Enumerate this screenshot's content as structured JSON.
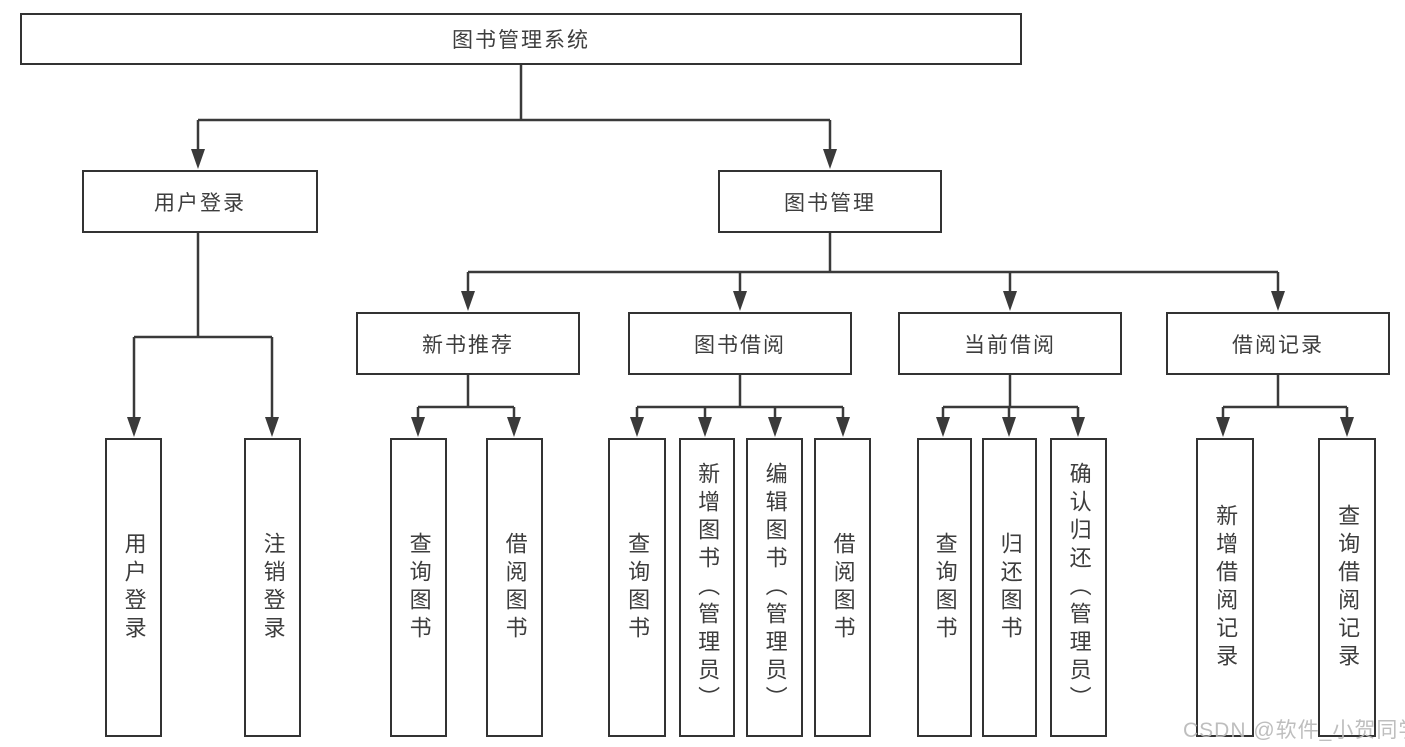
{
  "diagram": {
    "tree": {
      "label": "图书管理系统",
      "children": [
        {
          "label": "用户登录",
          "children": [
            {
              "label": "用户登录"
            },
            {
              "label": "注销登录"
            }
          ]
        },
        {
          "label": "图书管理",
          "children": [
            {
              "label": "新书推荐",
              "children": [
                {
                  "label": "查询图书"
                },
                {
                  "label": "借阅图书"
                }
              ]
            },
            {
              "label": "图书借阅",
              "children": [
                {
                  "label": "查询图书"
                },
                {
                  "label": "新增图书（管理员）"
                },
                {
                  "label": "编辑图书（管理员）"
                },
                {
                  "label": "借阅图书"
                }
              ]
            },
            {
              "label": "当前借阅",
              "children": [
                {
                  "label": "查询图书"
                },
                {
                  "label": "归还图书"
                },
                {
                  "label": "确认归还（管理员）"
                }
              ]
            },
            {
              "label": "借阅记录",
              "children": [
                {
                  "label": "新增借阅记录"
                },
                {
                  "label": "查询借阅记录"
                }
              ]
            }
          ]
        }
      ]
    },
    "colors": {
      "line": "#3a3a3a",
      "border": "#333333",
      "text": "#3d3d3d",
      "background": "#ffffff",
      "watermark": "#b9b9b9"
    },
    "watermark": "CSDN @软件_小贺同学"
  }
}
